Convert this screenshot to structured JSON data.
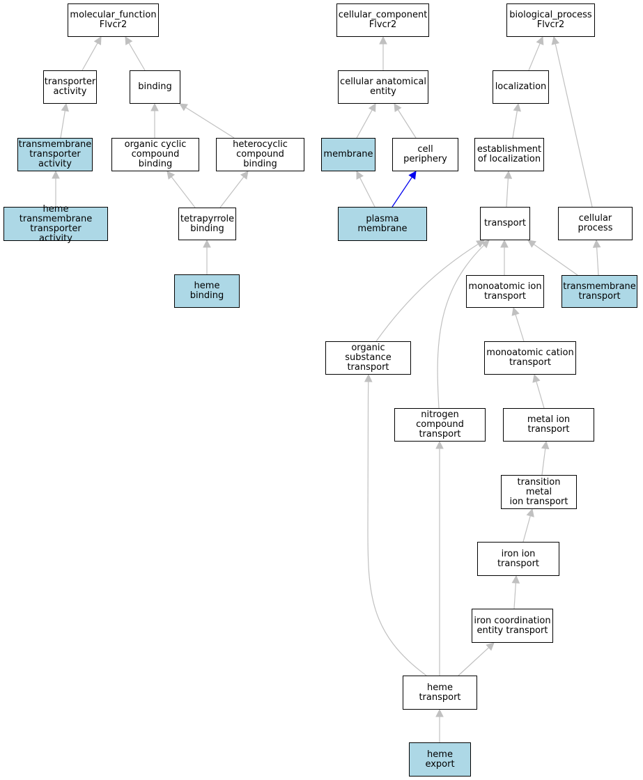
{
  "colors": {
    "highlight": "#add8e6",
    "edge": "#c0c0c0",
    "edge_blue": "#0000ee",
    "node_border": "#000000"
  },
  "nodes": {
    "mf": {
      "label": "molecular_function\nFlvcr2",
      "highlight": false
    },
    "ta": {
      "label": "transporter\nactivity",
      "highlight": false
    },
    "bind": {
      "label": "binding",
      "highlight": false
    },
    "tmta": {
      "label": "transmembrane\ntransporter\nactivity",
      "highlight": true
    },
    "occb": {
      "label": "organic cyclic\ncompound binding",
      "highlight": false
    },
    "hccb": {
      "label": "heterocyclic\ncompound binding",
      "highlight": false
    },
    "htta": {
      "label": "heme transmembrane\ntransporter\nactivity",
      "highlight": true
    },
    "tpb": {
      "label": "tetrapyrrole\nbinding",
      "highlight": false
    },
    "hb": {
      "label": "heme binding",
      "highlight": true
    },
    "cc": {
      "label": "cellular_component\nFlvcr2",
      "highlight": false
    },
    "cae": {
      "label": "cellular anatomical\nentity",
      "highlight": false
    },
    "mem": {
      "label": "membrane",
      "highlight": true
    },
    "cp": {
      "label": "cell periphery",
      "highlight": false
    },
    "pm": {
      "label": "plasma membrane",
      "highlight": true
    },
    "bp": {
      "label": "biological_process\nFlvcr2",
      "highlight": false
    },
    "loc": {
      "label": "localization",
      "highlight": false
    },
    "eol": {
      "label": "establishment\nof localization",
      "highlight": false
    },
    "tr": {
      "label": "transport",
      "highlight": false
    },
    "cproc": {
      "label": "cellular process",
      "highlight": false
    },
    "mit": {
      "label": "monoatomic ion\ntransport",
      "highlight": false
    },
    "tmt": {
      "label": "transmembrane\ntransport",
      "highlight": true
    },
    "ost": {
      "label": "organic substance\ntransport",
      "highlight": false
    },
    "mct": {
      "label": "monoatomic cation\ntransport",
      "highlight": false
    },
    "nct": {
      "label": "nitrogen compound\ntransport",
      "highlight": false
    },
    "meit": {
      "label": "metal ion transport",
      "highlight": false
    },
    "tmit": {
      "label": "transition metal\nion transport",
      "highlight": false
    },
    "iit": {
      "label": "iron ion transport",
      "highlight": false
    },
    "icet": {
      "label": "iron coordination\nentity transport",
      "highlight": false
    },
    "ht": {
      "label": "heme transport",
      "highlight": false
    },
    "he": {
      "label": "heme export",
      "highlight": true
    }
  },
  "edges": [
    {
      "from": "ta",
      "to": "mf",
      "color": "gray"
    },
    {
      "from": "bind",
      "to": "mf",
      "color": "gray"
    },
    {
      "from": "tmta",
      "to": "ta",
      "color": "gray"
    },
    {
      "from": "htta",
      "to": "tmta",
      "color": "gray"
    },
    {
      "from": "occb",
      "to": "bind",
      "color": "gray"
    },
    {
      "from": "hccb",
      "to": "bind",
      "color": "gray"
    },
    {
      "from": "tpb",
      "to": "occb",
      "color": "gray"
    },
    {
      "from": "tpb",
      "to": "hccb",
      "color": "gray"
    },
    {
      "from": "hb",
      "to": "tpb",
      "color": "gray"
    },
    {
      "from": "cae",
      "to": "cc",
      "color": "gray"
    },
    {
      "from": "mem",
      "to": "cae",
      "color": "gray"
    },
    {
      "from": "cp",
      "to": "cae",
      "color": "gray"
    },
    {
      "from": "pm",
      "to": "mem",
      "color": "gray"
    },
    {
      "from": "pm",
      "to": "cp",
      "color": "blue"
    },
    {
      "from": "loc",
      "to": "bp",
      "color": "gray"
    },
    {
      "from": "cproc",
      "to": "bp",
      "color": "gray"
    },
    {
      "from": "eol",
      "to": "loc",
      "color": "gray"
    },
    {
      "from": "tr",
      "to": "eol",
      "color": "gray"
    },
    {
      "from": "mit",
      "to": "tr",
      "color": "gray"
    },
    {
      "from": "tmt",
      "to": "tr",
      "color": "gray"
    },
    {
      "from": "tmt",
      "to": "cproc",
      "color": "gray"
    },
    {
      "from": "ost",
      "to": "tr",
      "color": "gray"
    },
    {
      "from": "nct",
      "to": "tr",
      "color": "gray"
    },
    {
      "from": "mct",
      "to": "mit",
      "color": "gray"
    },
    {
      "from": "meit",
      "to": "mct",
      "color": "gray"
    },
    {
      "from": "tmit",
      "to": "meit",
      "color": "gray"
    },
    {
      "from": "iit",
      "to": "tmit",
      "color": "gray"
    },
    {
      "from": "icet",
      "to": "iit",
      "color": "gray"
    },
    {
      "from": "ht",
      "to": "icet",
      "color": "gray"
    },
    {
      "from": "ht",
      "to": "ost",
      "color": "gray"
    },
    {
      "from": "ht",
      "to": "nct",
      "color": "gray"
    },
    {
      "from": "he",
      "to": "ht",
      "color": "gray"
    }
  ]
}
